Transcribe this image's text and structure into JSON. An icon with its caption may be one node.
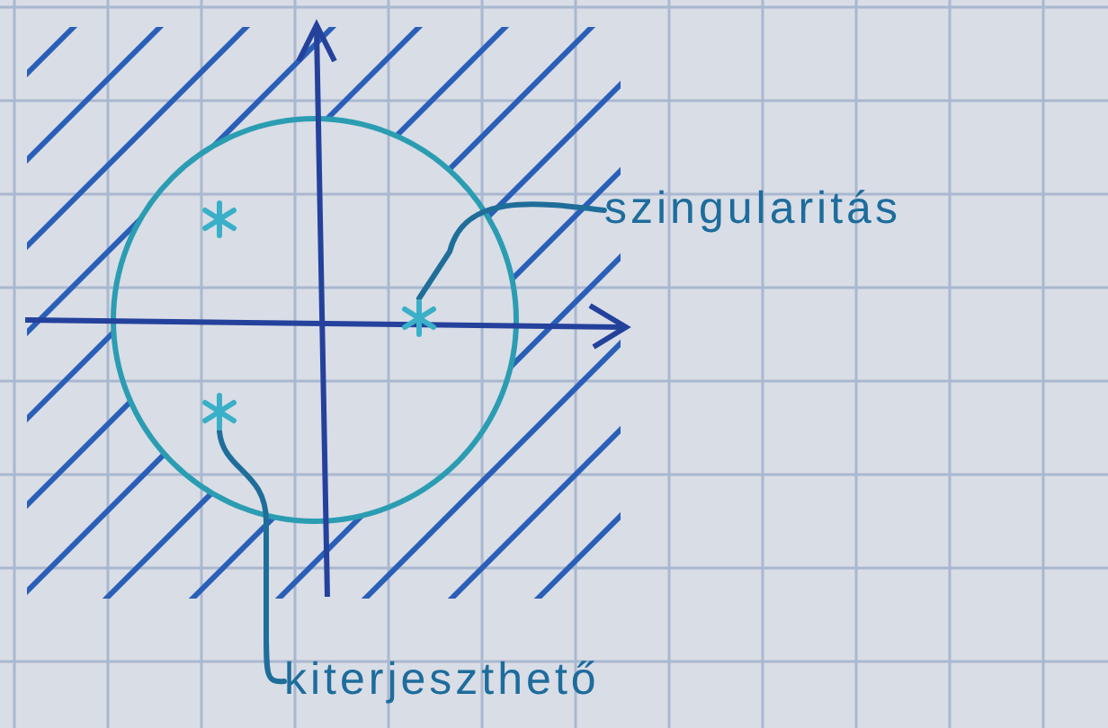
{
  "diagram": {
    "nodes": [
      {
        "text": [
          "szingularitás"
        ]
      },
      {
        "text": [
          "kiterjeszthető"
        ]
      },
      {
        "text": [],
        "shape": "star"
      },
      {
        "text": [],
        "shape": "star"
      }
    ],
    "edges": [
      {
        "from": 0,
        "to": 2,
        "arrow": "none"
      },
      {
        "from": 1,
        "to": 3,
        "arrow": "none"
      }
    ]
  }
}
